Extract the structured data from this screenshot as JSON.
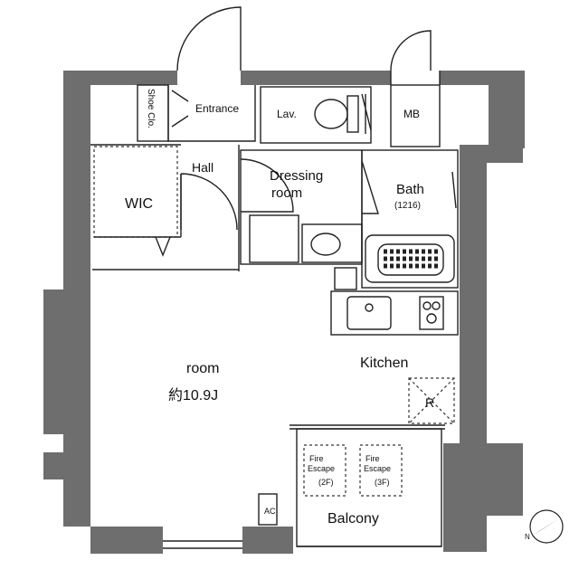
{
  "rooms": {
    "shoe_closet": "Shoe Clo.",
    "entrance": "Entrance",
    "lavatory": "Lav.",
    "mb": "MB",
    "hall": "Hall",
    "dressing_line1": "Dressing",
    "dressing_line2": "room",
    "bath": "Bath",
    "bath_size": "(1216)",
    "wic": "WIC",
    "room": "room",
    "room_size": "約10.9J",
    "kitchen": "Kitchen",
    "refrigerator": "R",
    "fire_escape_word1": "Fire",
    "fire_escape_word2": "Escape",
    "fire_escape_2f": "(2F)",
    "fire_escape_3f": "(3F)",
    "balcony": "Balcony",
    "ac": "AC"
  },
  "compass": {
    "north_symbol": "N"
  }
}
